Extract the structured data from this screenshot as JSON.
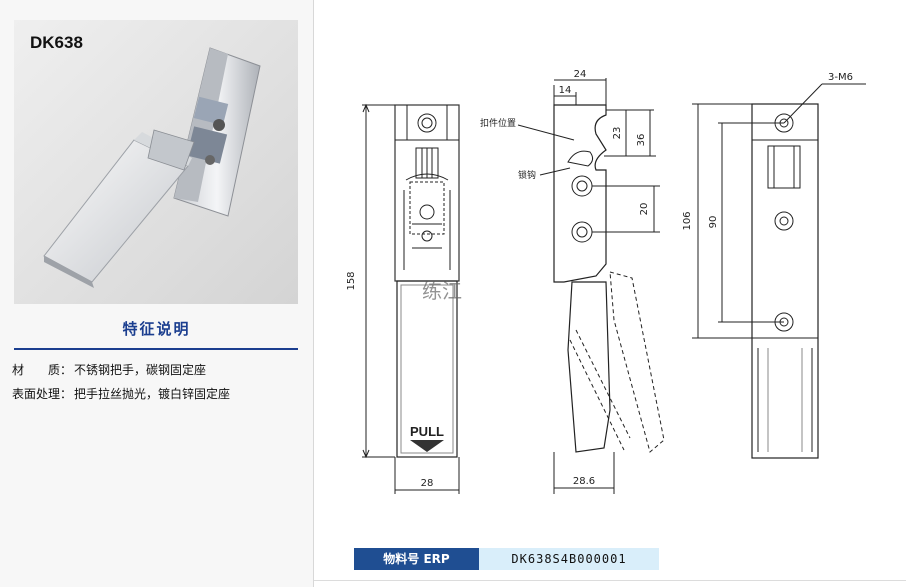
{
  "product": {
    "model": "DK638",
    "features_heading": "特征说明",
    "specs": [
      {
        "label": "材　　质：",
        "value": "不锈钢把手，碳钢固定座"
      },
      {
        "label": "表面处理：",
        "value": "把手拉丝抛光，镀白锌固定座"
      }
    ]
  },
  "drawing": {
    "handle_label": "PULL",
    "watermark": "练江",
    "callouts": {
      "catch_position": "扣件位置",
      "latch_hook": "锁钩",
      "mount_holes": "3-M6"
    },
    "dims": {
      "front_height": "158",
      "front_width": "28",
      "side_top": "24",
      "side_inner": "14",
      "side_23": "23",
      "side_36": "36",
      "side_20": "20",
      "side_bottom": "28.6",
      "back_height": "106",
      "back_holes": "90"
    }
  },
  "erp": {
    "label": "物料号 ERP",
    "value": "DK638S4B000001"
  },
  "colors": {
    "accent": "#1b3e8f",
    "erp_label_bg": "#1f4e92",
    "erp_value_bg": "#d9eefa"
  }
}
